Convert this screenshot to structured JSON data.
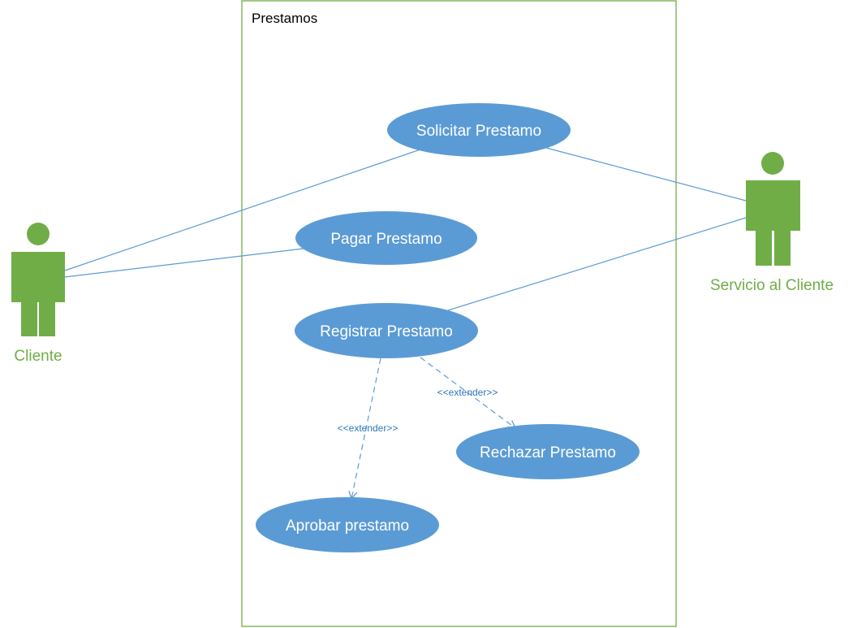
{
  "system": {
    "title": "Prestamos"
  },
  "actors": {
    "cliente": {
      "label": "Cliente"
    },
    "servicio": {
      "label": "Servicio al Cliente"
    }
  },
  "use_cases": {
    "solicitar": "Solicitar Prestamo",
    "pagar": "Pagar Prestamo",
    "registrar": "Registrar Prestamo",
    "rechazar": "Rechazar Prestamo",
    "aprobar": "Aprobar prestamo"
  },
  "relations": {
    "extend_rechazar": "<<extender>>",
    "extend_aprobar": "<<extender>>"
  },
  "colors": {
    "actor": "#70ad47",
    "use_case_fill": "#5b9bd5",
    "use_case_text": "#ffffff",
    "line": "#5b9bd5",
    "stereotype_text": "#2e75b6",
    "system_border": "#70ad47"
  }
}
